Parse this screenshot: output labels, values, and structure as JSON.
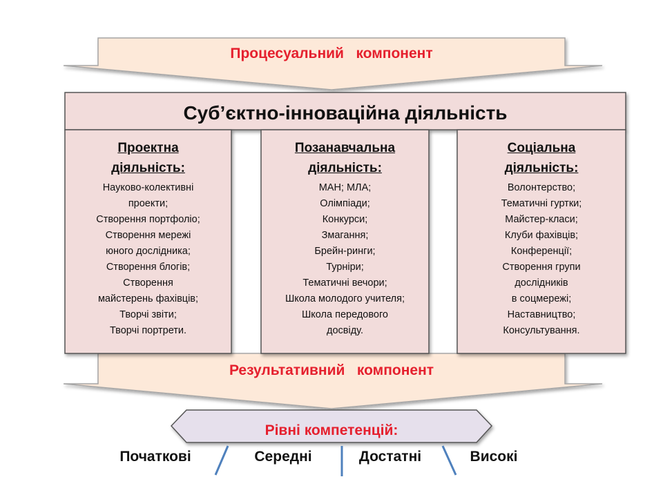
{
  "process_arrow": {
    "label": "Процесуальний   компонент"
  },
  "main_box": {
    "title": "Суб’єктно-інноваційна діяльність"
  },
  "columns": [
    {
      "title_line1": "Проектна",
      "title_line2": "діяльність:",
      "items": [
        "Науково-колективні",
        "проекти;",
        "Створення портфоліо;",
        "Створення мережі",
        "юного дослідника;",
        "Створення блогів;",
        "Створення",
        "майстерень фахівців;",
        "Творчі звіти;",
        "Творчі портрети."
      ]
    },
    {
      "title_line1": "Позанавчальна",
      "title_line2": "діяльність:",
      "items": [
        "МАН; МЛА;",
        "Олімпіади;",
        "Конкурси;",
        "Змагання;",
        "Брейн-ринги;",
        "Турніри;",
        "Тематичні вечори;",
        "Школа молодого учителя;",
        "Школа передового",
        "досвіду."
      ]
    },
    {
      "title_line1": "Соціальна",
      "title_line2": "діяльність:",
      "items": [
        "Волонтерство;",
        "Тематичні гуртки;",
        "Майстер-класи;",
        "Клуби фахівців;",
        "Конференції;",
        "Створення групи",
        "дослідників",
        "в соцмережі;",
        "Наставництво;",
        "Консультування."
      ]
    }
  ],
  "result_arrow": {
    "label": "Результативний   компонент"
  },
  "levels": {
    "title": "Рівні компетенцій:",
    "items": [
      "Початкові",
      "Середні",
      "Достатні",
      "Високі"
    ]
  },
  "colors": {
    "box_fill": "#f2dcdb",
    "arrow_fill": "#fde9d9",
    "hexagon_fill": "#e6e0ec",
    "accent_red": "#e5202e",
    "divider_blue": "#4f81bd"
  }
}
